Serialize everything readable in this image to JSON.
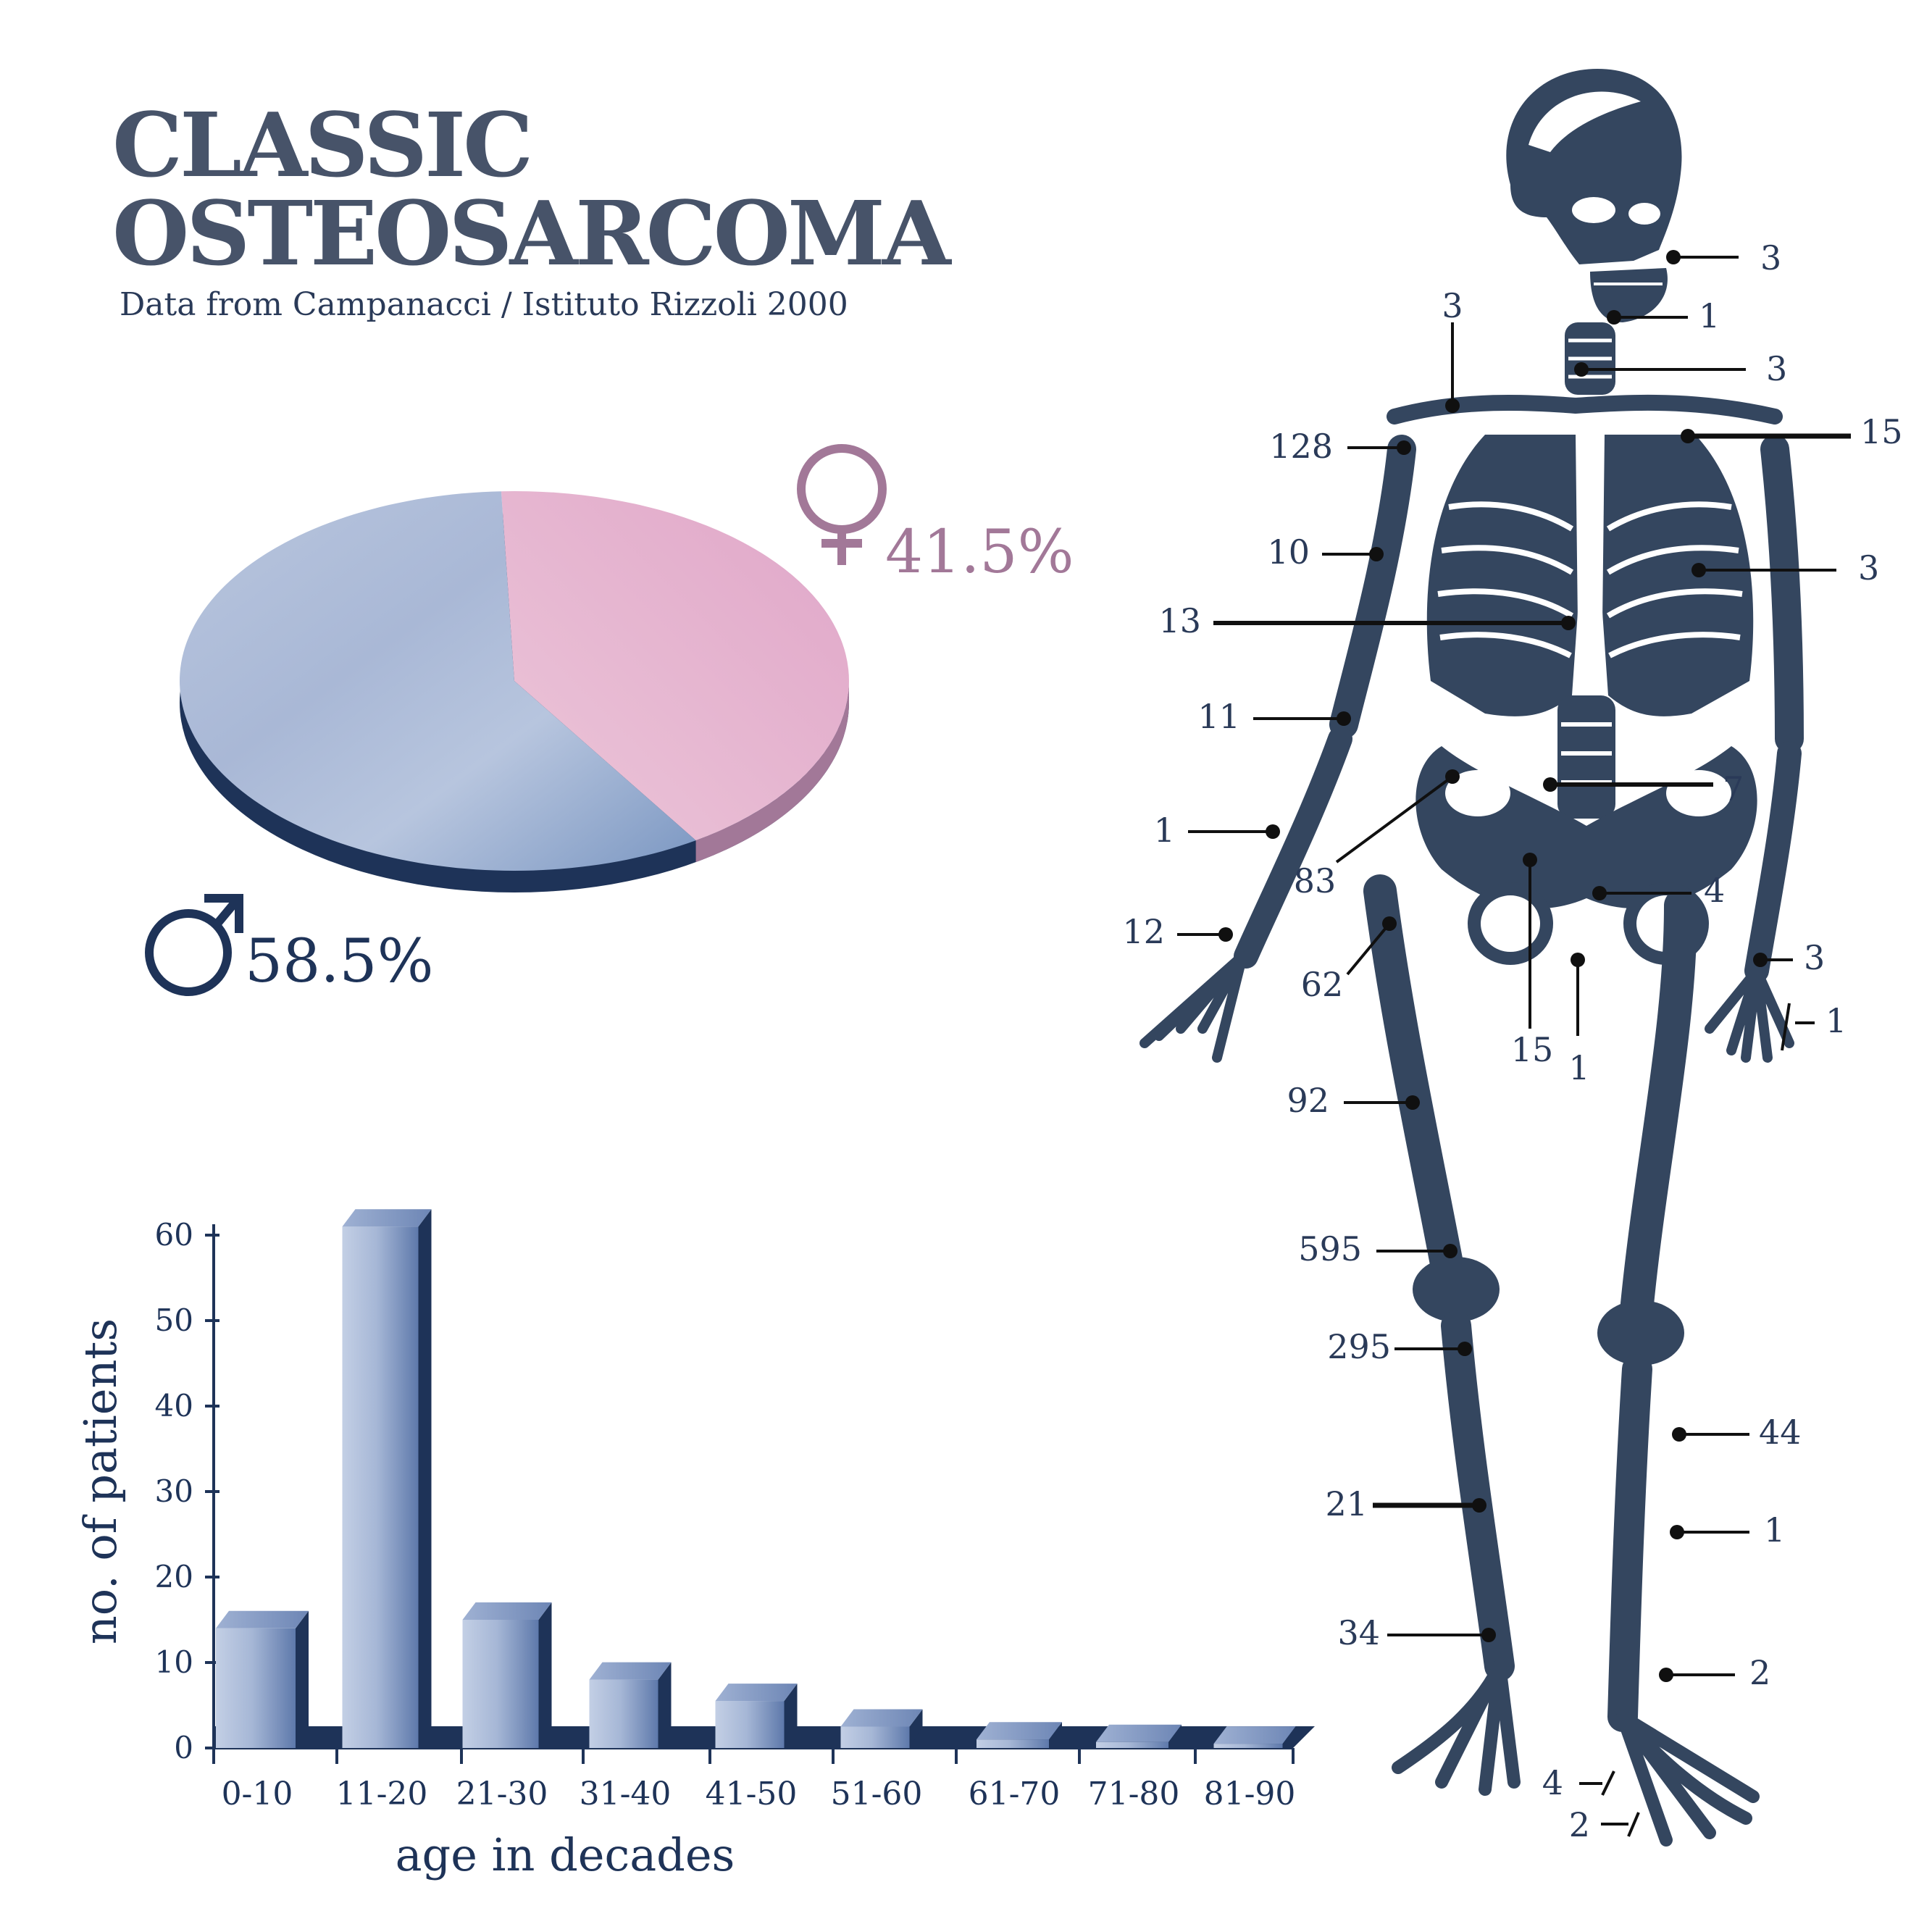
{
  "title_line1": "CLASSIC",
  "title_line2": "OSTEOSARCOMA",
  "subtitle": "Data from Campanacci / Istituto Rizzoli 2000",
  "colors": {
    "title": "#475369",
    "male": "#1e3358",
    "male_light": "#b9c6de",
    "female": "#a27898",
    "female_light": "#e3aacb",
    "skeleton": "#34465f",
    "ink": "#101010"
  },
  "chart_data": [
    {
      "type": "pie",
      "categories": [
        "male",
        "female"
      ],
      "values": [
        58.5,
        41.5
      ],
      "labels": [
        "58.5%",
        "41.5%"
      ],
      "icons": [
        "male-symbol-icon",
        "female-symbol-icon"
      ]
    },
    {
      "type": "bar",
      "categories": [
        "0-10",
        "11-20",
        "21-30",
        "31-40",
        "41-50",
        "51-60",
        "61-70",
        "71-80",
        "81-90"
      ],
      "values": [
        14,
        61,
        15,
        8,
        5.5,
        2.5,
        1,
        0.7,
        0.5
      ],
      "xlabel": "age in decades",
      "ylabel": "no. of patients",
      "ylim": [
        0,
        60
      ],
      "yticks": [
        "0",
        "10",
        "20",
        "30",
        "40",
        "50",
        "60"
      ],
      "grid": false
    }
  ],
  "skeleton_counts": [
    "3",
    "1",
    "3",
    "3",
    "128",
    "15",
    "10",
    "3",
    "13",
    "11",
    "7",
    "1",
    "83",
    "4",
    "12",
    "62",
    "3",
    "15",
    "1",
    "1",
    "92",
    "595",
    "295",
    "44",
    "21",
    "1",
    "34",
    "2",
    "4",
    "2"
  ]
}
